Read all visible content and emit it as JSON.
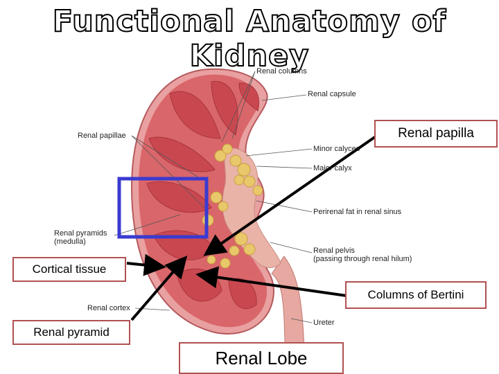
{
  "title": "Functional Anatomy of Kidney",
  "labels": {
    "renal_columns": "Renal columns",
    "renal_capsule": "Renal capsule",
    "renal_papillae": "Renal papillae",
    "minor_calyces": "Minor calyces",
    "major_calyx": "Major calyx",
    "perirenal_fat": "Perirenal fat in renal sinus",
    "renal_pyramids_1": "Renal pyramids",
    "renal_pyramids_2": "(medulla)",
    "renal_pelvis_1": "Renal pelvis",
    "renal_pelvis_2": "(passing through renal hilum)",
    "renal_cortex": "Renal cortex",
    "ureter": "Ureter"
  },
  "callouts": {
    "renal_papilla": "Renal papilla",
    "cortical_tissue": "Cortical tissue",
    "columns_of_bertini": "Columns of Bertini",
    "renal_pyramid": "Renal pyramid",
    "renal_lobe": "Renal Lobe"
  },
  "colors": {
    "cortex": "#d9666a",
    "capsule": "#e9a0a0",
    "pyramid": "#c94850",
    "fat": "#e8c86a",
    "pelvis": "#e9b3a8",
    "highlight_box": "#3a3ad0",
    "callout_border": "#b05050"
  }
}
